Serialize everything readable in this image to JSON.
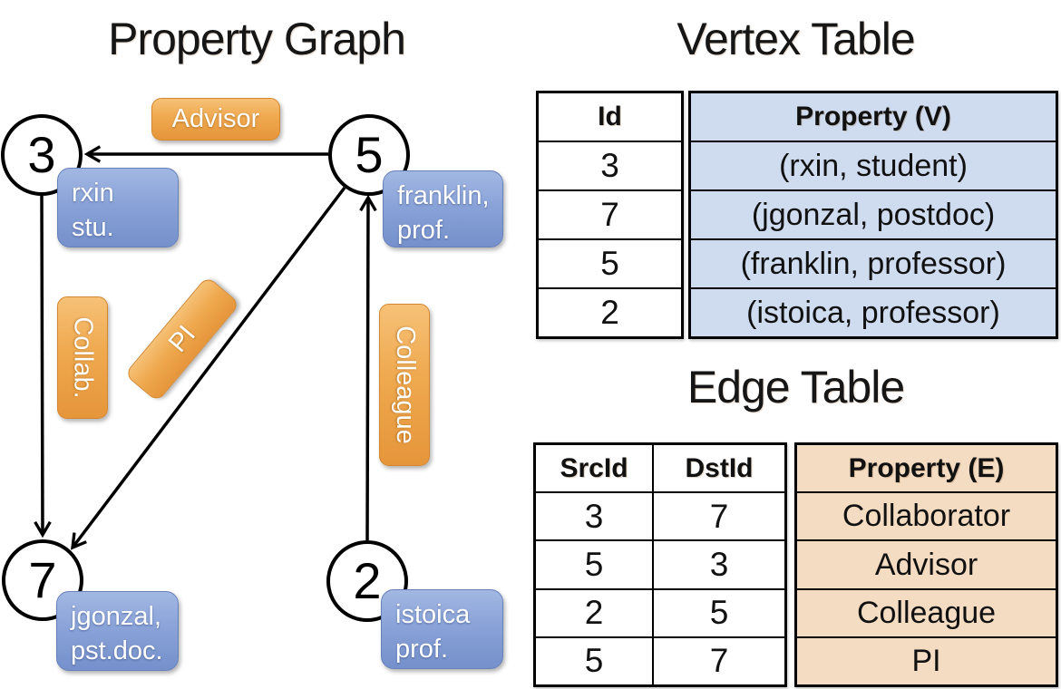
{
  "titles": {
    "property_graph": "Property Graph",
    "vertex_table": "Vertex Table",
    "edge_table": "Edge Table"
  },
  "graph": {
    "nodes": [
      {
        "id": "3",
        "property": {
          "line1": "rxin",
          "line2": "stu."
        }
      },
      {
        "id": "5",
        "property": {
          "line1": "franklin,",
          "line2": "prof."
        }
      },
      {
        "id": "7",
        "property": {
          "line1": "jgonzal,",
          "line2": "pst.doc."
        }
      },
      {
        "id": "2",
        "property": {
          "line1": "istoica",
          "line2": "prof."
        }
      }
    ],
    "edge_labels": {
      "advisor": "Advisor",
      "collab": "Collab.",
      "pi": "PI",
      "colleague": "Colleague"
    }
  },
  "vertex_table": {
    "id_header": "Id",
    "property_header": "Property (V)",
    "rows": [
      {
        "id": "3",
        "property": "(rxin, student)"
      },
      {
        "id": "7",
        "property": "(jgonzal, postdoc)"
      },
      {
        "id": "5",
        "property": "(franklin, professor)"
      },
      {
        "id": "2",
        "property": "(istoica, professor)"
      }
    ]
  },
  "edge_table": {
    "src_header": "SrcId",
    "dst_header": "DstId",
    "property_header": "Property (E)",
    "rows": [
      {
        "src": "3",
        "dst": "7",
        "property": "Collaborator"
      },
      {
        "src": "5",
        "dst": "3",
        "property": "Advisor"
      },
      {
        "src": "2",
        "dst": "5",
        "property": "Colleague"
      },
      {
        "src": "5",
        "dst": "7",
        "property": "PI"
      }
    ]
  },
  "colors": {
    "edge_label_orange": "#efa94f",
    "vertex_label_blue": "#8aa3d8",
    "vertex_table_fill": "#cfdcf0",
    "edge_table_fill": "#f4dcc2",
    "line_black": "#000000"
  }
}
